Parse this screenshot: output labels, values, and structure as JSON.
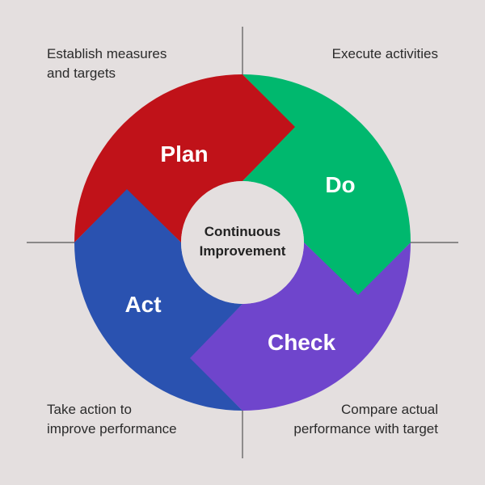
{
  "center": {
    "line1": "Continuous",
    "line2": "Improvement"
  },
  "segments": {
    "plan": {
      "label": "Plan",
      "color": "#c01219"
    },
    "do": {
      "label": "Do",
      "color": "#00b86e"
    },
    "check": {
      "label": "Check",
      "color": "#6f45cc"
    },
    "act": {
      "label": "Act",
      "color": "#2a52b0"
    }
  },
  "descriptions": {
    "top_left": {
      "line1": "Establish measures",
      "line2": "and targets"
    },
    "top_right": {
      "line1": "Execute activities"
    },
    "bottom_left": {
      "line1": "Take action to",
      "line2": "improve performance"
    },
    "bottom_right": {
      "line1": "Compare actual",
      "line2": "performance with target"
    }
  },
  "colors": {
    "background": "#e4dfdf",
    "axis": "#555555",
    "center_fill": "#e4dfdf"
  }
}
